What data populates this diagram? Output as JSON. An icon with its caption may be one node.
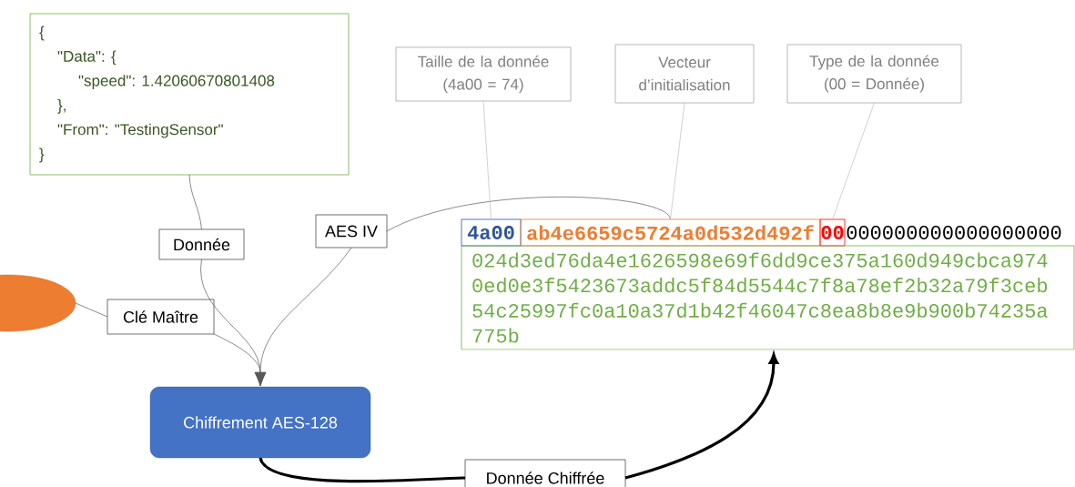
{
  "diagram": {
    "nodes": [
      {
        "text": [
          "{",
          "\"Data\": {",
          "\"speed\": 1.42060670801408",
          "},",
          "\"From\": \"TestingSensor\"",
          "}"
        ]
      },
      {
        "text": [
          "Donnée"
        ]
      },
      {
        "text": [
          "AES IV"
        ]
      },
      {
        "text": [],
        "shape": "ellipse"
      },
      {
        "text": [
          "Clé Maître"
        ]
      },
      {
        "text": [
          "Chiffrement AES-128"
        ]
      },
      {
        "text": [
          "Donnée Chiffrée"
        ]
      },
      {
        "text": [
          "Taille de la donnée (4a00 = 74)"
        ]
      },
      {
        "text": [
          "Vecteur d’initialisation"
        ]
      },
      {
        "text": [
          "Type de la donnée (00 = Donnée)"
        ]
      },
      {
        "text": [
          "4a00"
        ]
      },
      {
        "text": [
          "ab4e6659c5724a0d532d492f"
        ]
      },
      {
        "text": [
          "00"
        ]
      },
      {
        "text": [
          "024d3ed76da4e1626598e69f6dd9ce375a160d949cbca974",
          "0ed0e3f5423673addc5f84d5544c7f8a78ef2b32a79f3ceb",
          "54c25997fc0a10a37d1b42f46047c8ea8b8e9b900b74235a",
          "775b"
        ]
      }
    ],
    "edges": [
      {
        "from": 0,
        "to": 1,
        "arrow": "none"
      },
      {
        "from": 1,
        "to": 5,
        "arrow": "to"
      },
      {
        "from": 2,
        "to": 5,
        "arrow": "to"
      },
      {
        "from": 3,
        "to": 4,
        "arrow": "none"
      },
      {
        "from": 4,
        "to": 5,
        "arrow": "to"
      },
      {
        "from": 2,
        "to": 11,
        "arrow": "none"
      },
      {
        "from": 5,
        "to": 6,
        "arrow": "none",
        "style": "thick",
        "color": "#000000"
      },
      {
        "from": 6,
        "to": 13,
        "arrow": "to",
        "style": "thick",
        "color": "#000000"
      },
      {
        "from": 7,
        "to": 10,
        "arrow": "none",
        "color": "#bfbfbf"
      },
      {
        "from": 8,
        "to": 11,
        "arrow": "none",
        "color": "#bfbfbf"
      },
      {
        "from": 9,
        "to": 12,
        "arrow": "none",
        "color": "#bfbfbf"
      }
    ],
    "labels": [
      "000000000000000000"
    ]
  }
}
